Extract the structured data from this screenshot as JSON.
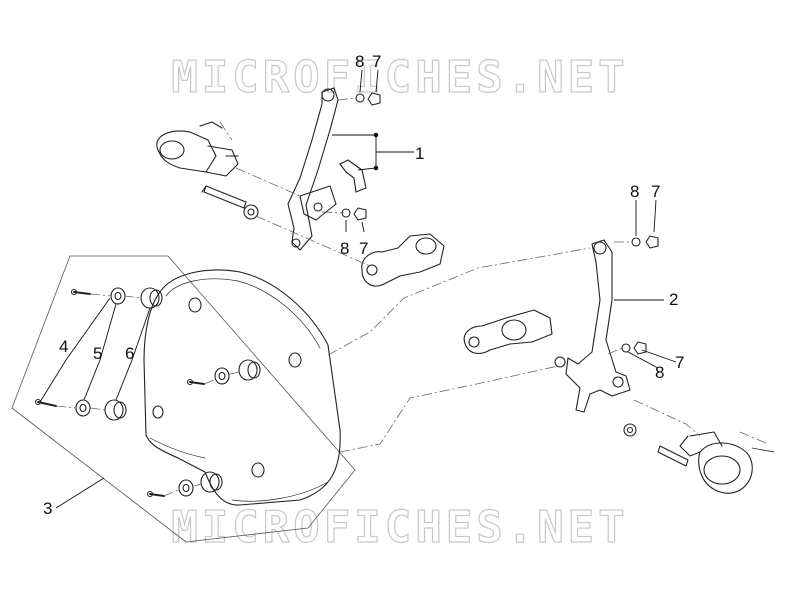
{
  "watermark": "MICROFICHES.NET",
  "callouts": {
    "c1": "1",
    "c2": "2",
    "c3": "3",
    "c4": "4",
    "c5": "5",
    "c6": "6",
    "c7a": "7",
    "c8a": "8",
    "c7b": "7",
    "c8b": "8",
    "c7c": "7",
    "c8c": "8",
    "c7d": "7",
    "c8d": "8"
  }
}
